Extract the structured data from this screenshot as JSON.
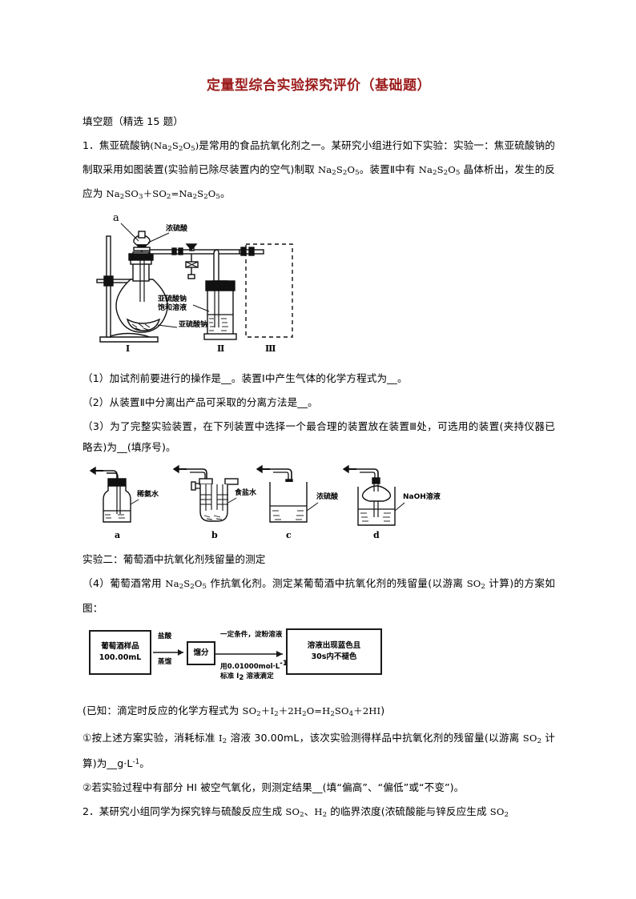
{
  "document": {
    "title": "定量型综合实验探究评价（基础题）",
    "section_heading": "填空题（精选 15 题）"
  },
  "q1": {
    "line1_a": "1．焦亚硫酸钠",
    "line1_formula1": "Na2S2O5",
    "line1_b": "是常用的食品抗氧化剂之一。某研究小组进行如下实验：实验一：焦亚硫酸钠的制取采用如图装置(实验前已除尽装置内的空气)制取 ",
    "line1_formula2": "Na2S2O5",
    "line1_c": "。装置Ⅱ中有 ",
    "line1_formula3": "Na2S2O5",
    "line1_d": " 晶体析出，发生的反应为 ",
    "line1_equation": "Na2SO3＋SO2=Na2S2O5",
    "line1_e": "。",
    "sub1": "（1）加试剂前要进行的操作是__。装置Ⅰ中产生气体的化学方程式为__。",
    "sub2": "（2）从装置Ⅱ中分离出产品可采取的分离方法是__。",
    "sub3": "（3）为了完整实验装置，在下列装置中选择一个最合理的装置放在装置Ⅲ处，可选用的装置(夹持仪器已略去)为__(填序号)。",
    "exp2_heading": "实验二：葡萄酒中抗氧化剂残留量的测定",
    "sub4_a": "（4）葡萄酒常用 ",
    "sub4_formula": "Na2S2O5",
    "sub4_b": " 作抗氧化剂。测定某葡萄酒中抗氧化剂的残留量(以游离 ",
    "sub4_formula2": "SO2",
    "sub4_c": " 计算)的方案如图：",
    "known_a": "(已知：滴定时反应的化学方程式为 ",
    "known_eq": "SO2＋I2＋2H2O=H2SO4＋2HI",
    "known_b": ")",
    "item1_a": "①按上述方案实验，消耗标准 ",
    "item1_i2": "I2",
    "item1_b": " 溶液 30.00mL，该次实验测得样品中抗氧化剂的残留量(以游离 ",
    "item1_so2": "SO2",
    "item1_c": " 计算)为__g·L",
    "item1_sup": "-1",
    "item1_d": "。",
    "item2": "②若实验过程中有部分 HI 被空气氧化，则测定结果__(填“偏高”、“偏低”或“不变”)。"
  },
  "q2": {
    "text_a": "2．某研究小组同学为探究锌与硫酸反应生成 ",
    "f1": "SO2",
    "text_b": "、",
    "f2": "H2",
    "text_c": " 的临界浓度(浓硫酸能与锌反应生成 ",
    "f3": "SO2"
  },
  "figure_apparatus": {
    "label_a": "a",
    "label_conc_sulfuric": "浓硫酸",
    "label_sodium_sulfite_sat": "亚硫酸钠\n饱和溶液",
    "label_sodium_sulfite": "亚硫酸钠",
    "roman_1": "Ⅰ",
    "roman_2": "Ⅱ",
    "roman_3": "Ⅲ"
  },
  "figure_options": {
    "a_label": "稀氨水",
    "b_label": "食盐水",
    "c_label": "浓硫酸",
    "d_label": "NaOH溶液",
    "a_letter": "a",
    "b_letter": "b",
    "c_letter": "c",
    "d_letter": "d"
  },
  "figure_flow": {
    "box1_line1": "葡萄酒样品",
    "box1_line2": "100.00mL",
    "arrow1_top": "盐酸",
    "arrow1_bottom": "蒸馏",
    "box2": "馏分",
    "arrow2_top": "一定条件，淀粉溶液",
    "arrow2_mid": "用0.01000mol·L",
    "arrow2_mid_sup": "-1",
    "arrow2_bottom_a": "标准 I",
    "arrow2_bottom_sub": "2",
    "arrow2_bottom_b": " 溶液滴定",
    "box3_line1": "溶液出现蓝色且",
    "box3_line2": "30s内不褪色"
  },
  "colors": {
    "title_red": "#9b1b1b",
    "ink": "#000000",
    "page_bg": "#ffffff"
  }
}
